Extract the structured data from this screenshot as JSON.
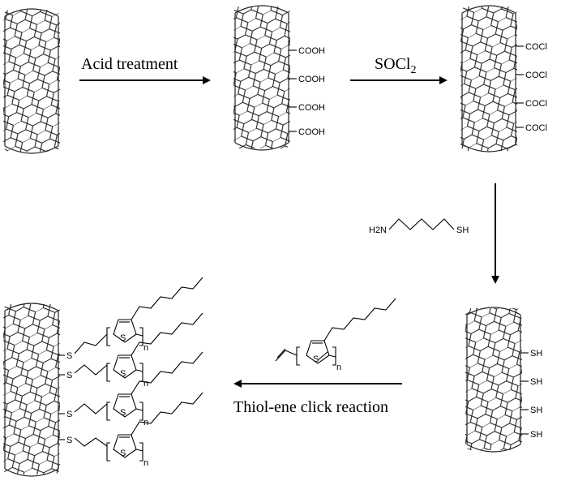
{
  "steps": {
    "acid_label": "Acid treatment",
    "socl2_main": "SOCl",
    "socl2_sub": "2",
    "click_label": "Thiol-ene click reaction"
  },
  "groups": {
    "cooh": [
      "COOH",
      "COOH",
      "COOH",
      "COOH"
    ],
    "cocl": [
      "COCl",
      "COCl",
      "COCl",
      "COCl"
    ],
    "sh": [
      "SH",
      "SH",
      "SH",
      "SH"
    ],
    "s_linkers": [
      "S",
      "S",
      "S",
      "S"
    ]
  },
  "reagent": {
    "h2n": "H2N",
    "sh": "SH"
  },
  "monomer": {
    "ring_atom": "S",
    "repeat": "n"
  },
  "polymer_chain": {
    "ring_atom": "S",
    "repeat": "n"
  }
}
